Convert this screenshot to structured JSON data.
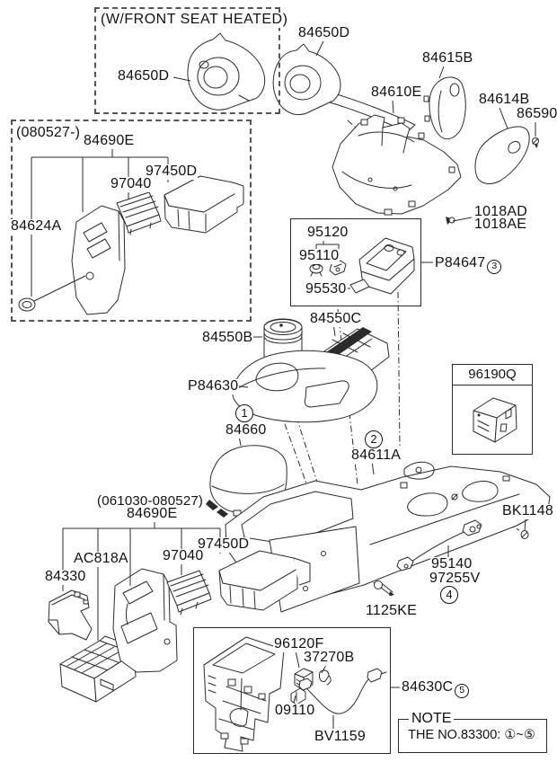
{
  "diagram": {
    "variant_boxes": {
      "heated_caption": "(W/FRONT SEAT HEATED)",
      "late_caption": "(080527-)",
      "early_caption": "(061030-080527)"
    },
    "parts": {
      "heated_cover": "84650D",
      "cover": "84650D",
      "side_panel_front": "84615B",
      "console_upper": "84610E",
      "side_panel_rear": "84614B",
      "screw_86590": "86590",
      "screw_1018ad": "1018AD",
      "screw_1018ae": "1018AE",
      "late_assy": "84690E",
      "late_duct": "97450D",
      "late_vent": "97040",
      "late_plug": "84624A",
      "retainer": "95120",
      "socket": "95110",
      "cover_blank": "95530",
      "tray": "P84647",
      "cup_insert": "84550B",
      "slide_unit": "84550C",
      "cover_upper": "P84630",
      "armrest": "84660",
      "console_main": "84611A",
      "aux_module": "96190Q",
      "bolt": "BK1148",
      "early_assy": "84690E",
      "early_duct": "97450D",
      "early_vent": "97040",
      "early_cover": "AC818A",
      "rear_tray": "84330",
      "screw_1125ke": "1125KE",
      "ext_wiring": "95140",
      "ext_wiring_alt": "97255V",
      "switch": "96120F",
      "clip": "37270B",
      "connector": "09110",
      "cable": "BV1159",
      "console_frame": "84630C"
    },
    "refs": {
      "r1": "1",
      "r2": "2",
      "r3": "3",
      "r4": "4",
      "r5": "5"
    },
    "note": {
      "title": "NOTE",
      "text": "THE NO.83300: ①~⑤"
    }
  }
}
